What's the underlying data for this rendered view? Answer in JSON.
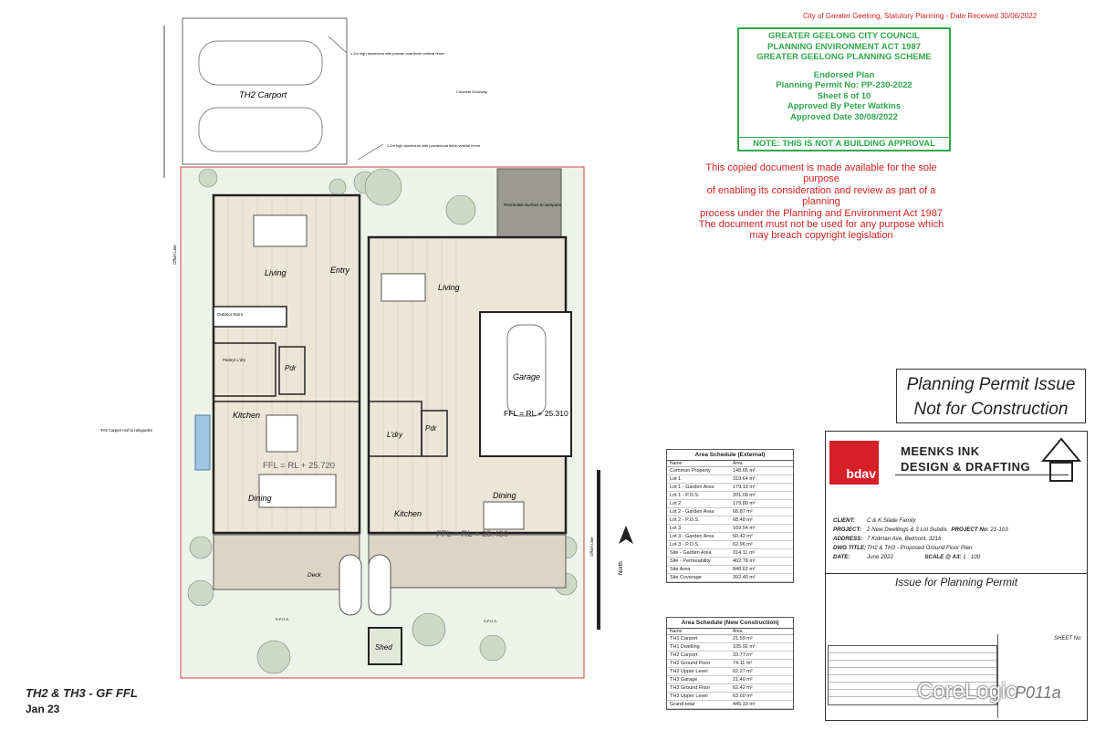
{
  "header_note": "City of Greater Geelong, Statutory Planning - Date Received 30/06/2022",
  "stamp": {
    "lines": [
      "GREATER GEELONG CITY COUNCIL",
      "PLANNING  ENVIRONMENT ACT 1987",
      "GREATER GEELONG PLANNING SCHEME"
    ],
    "lines2": [
      "Endorsed Plan",
      "Planning Permit No: PP-230-2022",
      "Sheet 6 of 10",
      "Approved By Peter Watkins",
      "Approved Date 30/08/2022"
    ],
    "note": "NOTE: THIS IS NOT A BUILDING APPROVAL",
    "color": "#2fa84a"
  },
  "copyright_notice": {
    "lines": [
      "This copied document is made available for the sole purpose",
      "of enabling its consideration and review as part of a planning",
      "process under the Planning and Environment Act 1987",
      "The document must not be used for any purpose which",
      "may breach copyright legislation"
    ],
    "color": "#d42020"
  },
  "planning_permit_issue": {
    "line1": "Planning Permit Issue",
    "line2": "Not for Construction"
  },
  "area_external": {
    "title": "Area Schedule (External)",
    "columns": [
      "Name",
      "Area"
    ],
    "rows": [
      [
        "Common Property",
        "148.65 m²"
      ],
      [
        "Lot 1",
        "319.64 m²"
      ],
      [
        "Lot 1 - Garden Area",
        "179.19 m²"
      ],
      [
        "Lot 1 - P.O.S.",
        "201.09 m²"
      ],
      [
        "Lot 2",
        "179.80 m²"
      ],
      [
        "Lot 2 - Garden Area",
        "66.87 m²"
      ],
      [
        "Lot 2 - P.O.S.",
        "68.48 m²"
      ],
      [
        "Lot 3",
        "169.54 m²"
      ],
      [
        "Lot 3 - Garden Area",
        "60.42 m²"
      ],
      [
        "Lot 3 - P.O.S.",
        "62.96 m²"
      ],
      [
        "Site - Garden Area",
        "314.11 m²"
      ],
      [
        "Site - Permeability",
        "402.78 m²"
      ],
      [
        "Site Area",
        "848.62 m²"
      ],
      [
        "Site Coverage",
        "392.40 m²"
      ]
    ]
  },
  "area_new": {
    "title": "Area Schedule (New Construction)",
    "columns": [
      "Name",
      "Area"
    ],
    "rows": [
      [
        "TH1 Carport",
        "21.59 m²"
      ],
      [
        "TH1 Dwelling",
        "105.92 m²"
      ],
      [
        "TH2 Carport",
        "33.77 m²"
      ],
      [
        "TH2 Ground Floor",
        "74.11 m²"
      ],
      [
        "TH2 Upper Level",
        "62.27 m²"
      ],
      [
        "TH3 Garage",
        "21.40 m²"
      ],
      [
        "TH3 Ground Floor",
        "62.42 m²"
      ],
      [
        "TH3 Upper Level",
        "63.60 m²"
      ]
    ],
    "total_label": "Grand total",
    "total_value": "445.10 m²"
  },
  "title_block": {
    "logo_text": "bdav",
    "firm_line1": "MEENKS INK",
    "firm_line2": "DESIGN & DRAFTING",
    "client_label": "CLIENT:",
    "client": "C & K Slade Family",
    "project_label": "PROJECT:",
    "project": "2 New Dwellings & 3 Lot Subdiv.",
    "project_no_label": "PROJECT No:",
    "project_no": "21-103",
    "address_label": "ADDRESS:",
    "address": "7 Kidman Ave, Belmont, 3216",
    "dwg_label": "DWG TITLE:",
    "dwg_title": "TH2 & TH3 - Proposed Ground Floor Plan",
    "date_label": "DATE:",
    "date": "June 2022",
    "scale_label": "SCALE @ A3:",
    "scale": "1 : 100",
    "issue": "Issue for Planning Permit",
    "sheet_label": "SHEET No:",
    "sheet_no": "P011a"
  },
  "plan_labels": {
    "th2_carport": "TH2 Carport",
    "concrete_driveway": "Concrete Driveway",
    "fence_note1": "1.2m high aluminium with powder coat finish vertical fence",
    "fence_note2": "1.2m high aluminium with powdercoat finish vertical fence",
    "permeable": "Permeable Surface to carspace",
    "living": "Living",
    "entry": "Entry",
    "outdoor_store": "Outdoor Store",
    "pantry": "Pantry/ L'dry",
    "pdr": "Pdr",
    "kitchen": "Kitchen",
    "dining": "Dining",
    "deck": "Deck",
    "spos": "S.P.O.S.",
    "shed": "Shed",
    "garage": "Garage",
    "ldry": "L'dry",
    "ffl_th2": "FFL = RL + 25.720",
    "ffl_garage": "FFL = RL + 25.310",
    "ffl_th3": "FFL = RL + 25.430",
    "north": "North",
    "rainwater_note": "TH2 Carport roof to raingarden",
    "offset_line": "Offset Line"
  },
  "caption": {
    "line1": "TH2 & TH3 - GF FFL",
    "line2": "Jan 23"
  },
  "watermark": "CoreLogic"
}
